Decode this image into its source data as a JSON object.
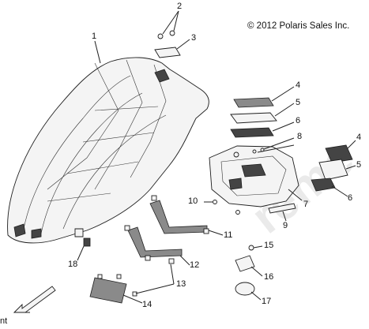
{
  "copyright": "© 2012 Polaris Sales Inc.",
  "front_label": "nt",
  "watermark_text": "reme",
  "callouts": [
    "1",
    "2",
    "3",
    "4",
    "5",
    "6",
    "8",
    "4",
    "5",
    "6",
    "7",
    "9",
    "10",
    "11",
    "12",
    "13",
    "14",
    "15",
    "16",
    "17",
    "18"
  ],
  "colors": {
    "line": "#1e1e1e",
    "fill": "#f4f4f4",
    "dark": "#444444",
    "watermark": "#d9d9d9"
  }
}
